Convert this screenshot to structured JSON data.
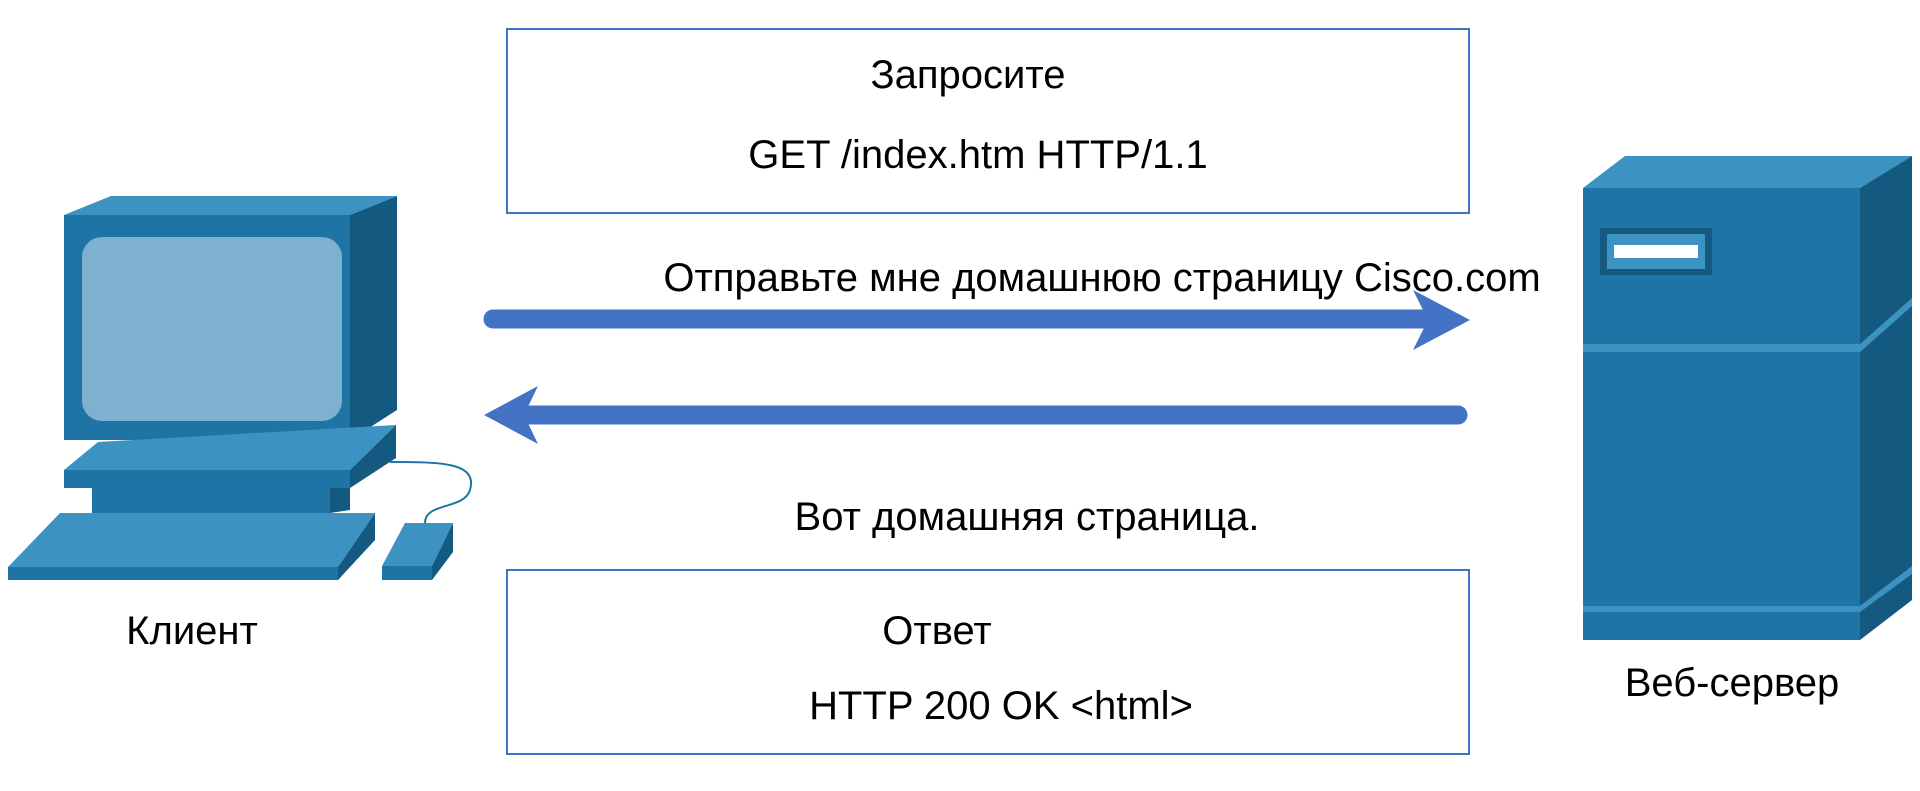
{
  "colors": {
    "arrow": "#4472c4",
    "box_border": "#4472c4",
    "device_front": "#1f74a6",
    "device_top": "#3c93c2",
    "device_side": "#14597f",
    "screen": "#7eb0cf"
  },
  "request_box": {
    "title": "Запросите",
    "line": "GET /index.htm HTTP/1.1"
  },
  "request_message": "Отправьте мне домашнюю страницу Cisco.com",
  "response_message": "Вот домашняя страница.",
  "response_box": {
    "title": "Ответ",
    "line": "HTTP 200 OK <html>"
  },
  "client_label": "Клиент",
  "server_label": "Веб-сервер",
  "icons": {
    "client": "computer-icon",
    "server": "server-icon"
  }
}
